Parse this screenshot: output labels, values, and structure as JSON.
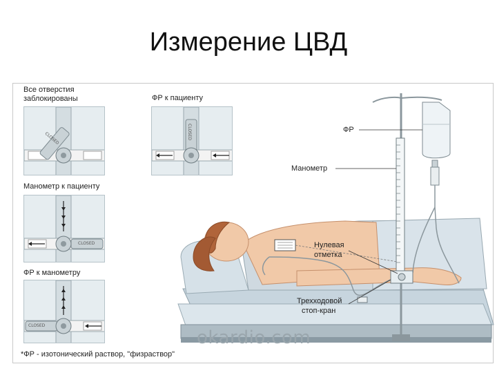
{
  "title": "Измерение ЦВД",
  "panels": {
    "p1_label_line1": "Все отверстия",
    "p1_label_line2": "заблокированы",
    "p2_label": "ФР к пациенту",
    "p3_label": "Манометр к пациенту",
    "p4_label": "ФР к манометру",
    "closed_text": "CLOSED"
  },
  "callouts": {
    "saline": "ФР",
    "manometer": "Манометр",
    "zero_line1": "Нулевая",
    "zero_line2": "отметка",
    "stopcock_line1": "Трехходовой",
    "stopcock_line2": "стоп-кран"
  },
  "watermark": "okardio.com",
  "footnote": "*ФР - изотонический раствор, \"физраствор\""
}
